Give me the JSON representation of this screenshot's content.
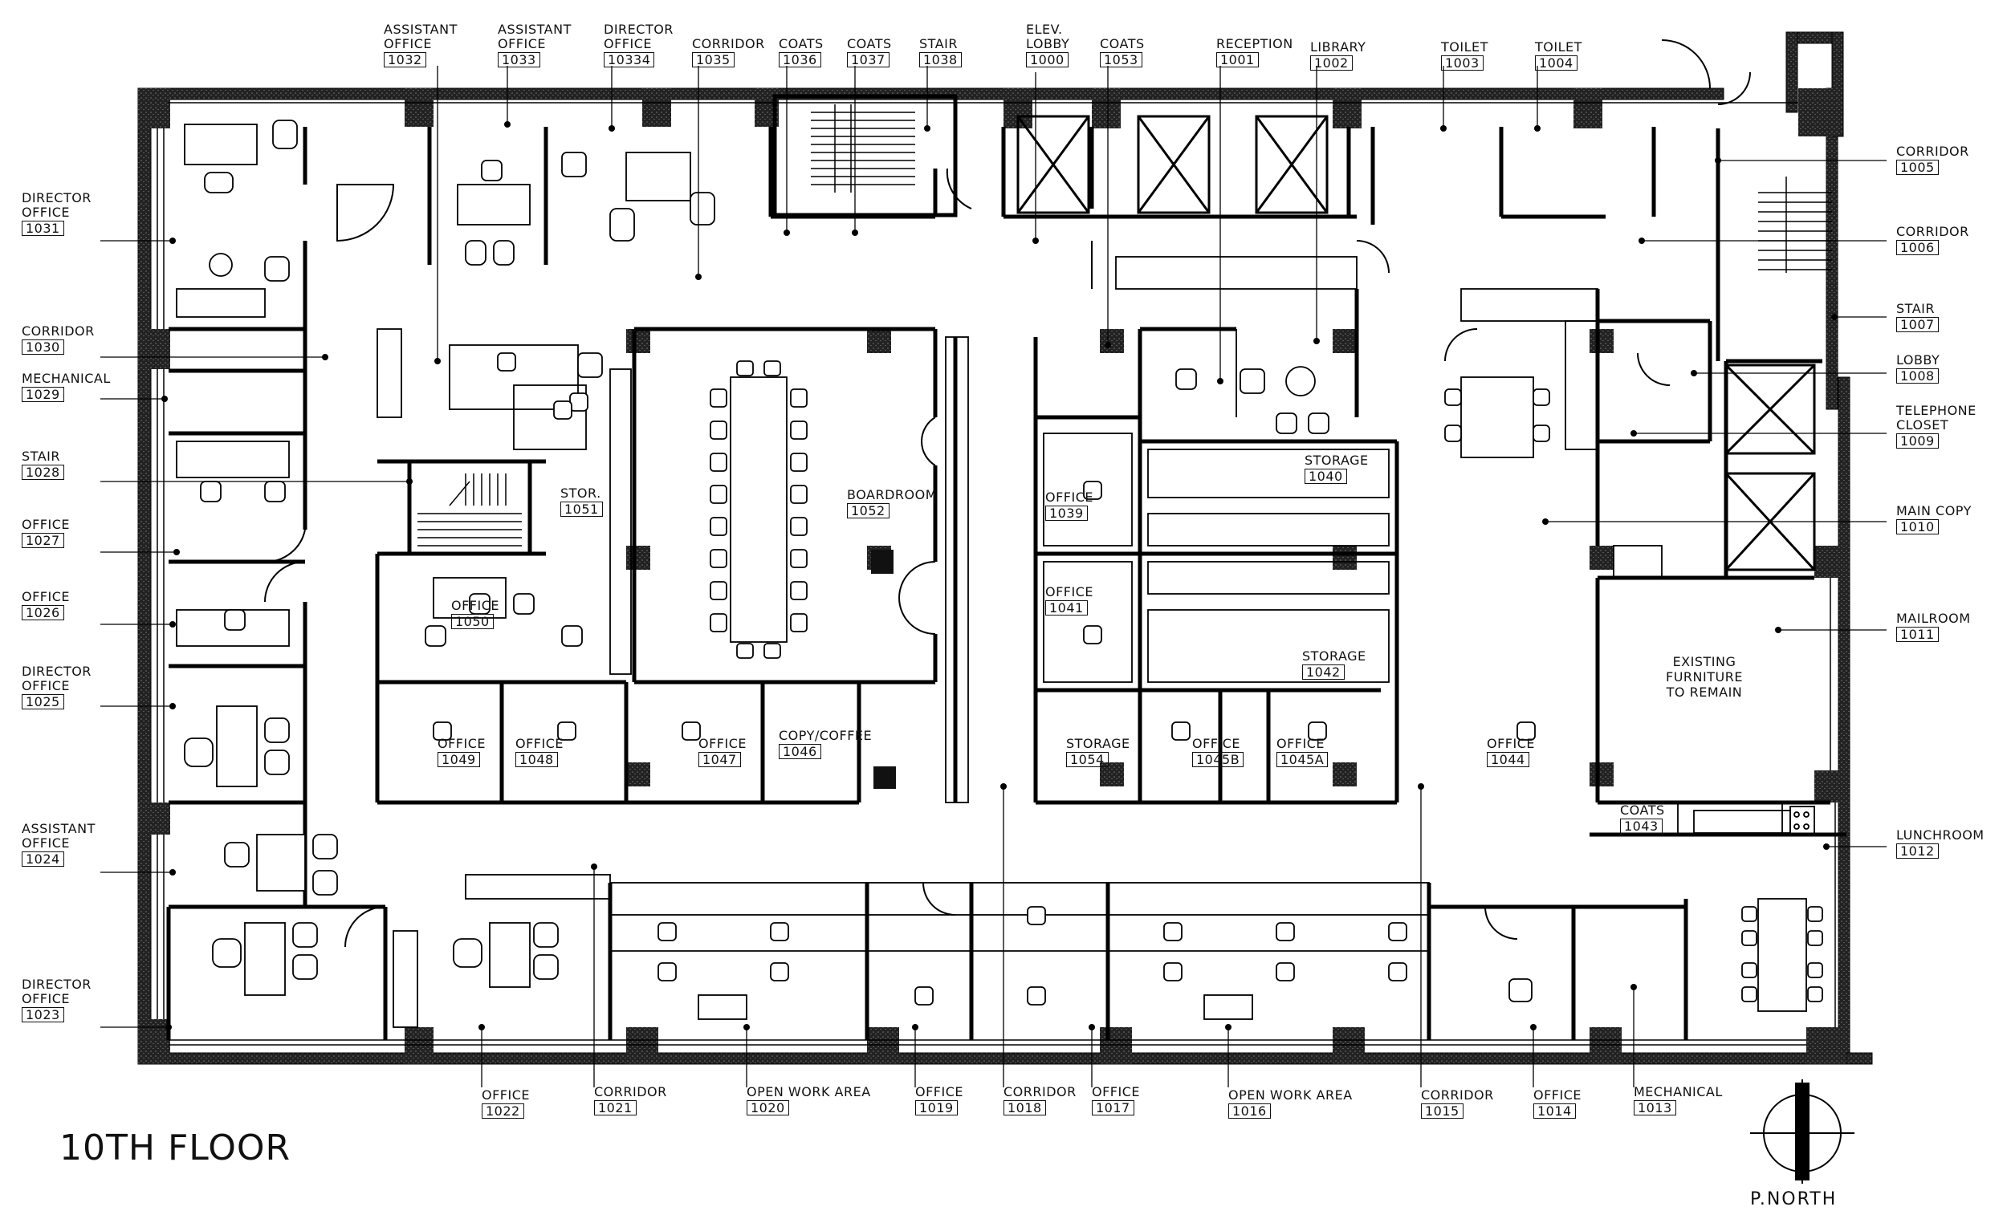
{
  "plan": {
    "title": "10TH FLOOR",
    "north_label": "P.NORTH",
    "note": "EXISTING\nFURNITURE\nTO REMAIN"
  },
  "rooms_top": [
    {
      "name": "ASSISTANT\nOFFICE",
      "number": "1032"
    },
    {
      "name": "ASSISTANT\nOFFICE",
      "number": "1033"
    },
    {
      "name": "DIRECTOR\nOFFICE",
      "number": "10334"
    },
    {
      "name": "CORRIDOR",
      "number": "1035"
    },
    {
      "name": "COATS",
      "number": "1036"
    },
    {
      "name": "COATS",
      "number": "1037"
    },
    {
      "name": "STAIR",
      "number": "1038"
    },
    {
      "name": "ELEV.\nLOBBY",
      "number": "1000"
    },
    {
      "name": "COATS",
      "number": "1053"
    },
    {
      "name": "RECEPTION",
      "number": "1001"
    },
    {
      "name": "LIBRARY",
      "number": "1002"
    },
    {
      "name": "TOILET",
      "number": "1003"
    },
    {
      "name": "TOILET",
      "number": "1004"
    }
  ],
  "rooms_left": [
    {
      "name": "DIRECTOR\nOFFICE",
      "number": "1031"
    },
    {
      "name": "CORRIDOR",
      "number": "1030"
    },
    {
      "name": "MECHANICAL",
      "number": "1029"
    },
    {
      "name": "STAIR",
      "number": "1028"
    },
    {
      "name": "OFFICE",
      "number": "1027"
    },
    {
      "name": "OFFICE",
      "number": "1026"
    },
    {
      "name": "DIRECTOR\nOFFICE",
      "number": "1025"
    },
    {
      "name": "ASSISTANT\nOFFICE",
      "number": "1024"
    },
    {
      "name": "DIRECTOR\nOFFICE",
      "number": "1023"
    }
  ],
  "rooms_right": [
    {
      "name": "CORRIDOR",
      "number": "1005"
    },
    {
      "name": "CORRIDOR",
      "number": "1006"
    },
    {
      "name": "STAIR",
      "number": "1007"
    },
    {
      "name": "LOBBY",
      "number": "1008"
    },
    {
      "name": "TELEPHONE\nCLOSET",
      "number": "1009"
    },
    {
      "name": "MAIN COPY",
      "number": "1010"
    },
    {
      "name": "MAILROOM",
      "number": "1011"
    },
    {
      "name": "LUNCHROOM",
      "number": "1012"
    }
  ],
  "rooms_bottom": [
    {
      "name": "OFFICE",
      "number": "1022"
    },
    {
      "name": "CORRIDOR",
      "number": "1021"
    },
    {
      "name": "OPEN WORK AREA",
      "number": "1020"
    },
    {
      "name": "OFFICE",
      "number": "1019"
    },
    {
      "name": "CORRIDOR",
      "number": "1018"
    },
    {
      "name": "OFFICE",
      "number": "1017"
    },
    {
      "name": "OPEN WORK AREA",
      "number": "1016"
    },
    {
      "name": "CORRIDOR",
      "number": "1015"
    },
    {
      "name": "OFFICE",
      "number": "1014"
    },
    {
      "name": "MECHANICAL",
      "number": "1013"
    }
  ],
  "rooms_interior": [
    {
      "name": "STOR.",
      "number": "1051"
    },
    {
      "name": "BOARDROOM",
      "number": "1052"
    },
    {
      "name": "OFFICE",
      "number": "1050"
    },
    {
      "name": "OFFICE",
      "number": "1049"
    },
    {
      "name": "OFFICE",
      "number": "1048"
    },
    {
      "name": "OFFICE",
      "number": "1047"
    },
    {
      "name": "COPY/COFFEE",
      "number": "1046"
    },
    {
      "name": "OFFICE",
      "number": "1039"
    },
    {
      "name": "OFFICE",
      "number": "1041"
    },
    {
      "name": "STORAGE",
      "number": "1040"
    },
    {
      "name": "STORAGE",
      "number": "1042"
    },
    {
      "name": "STORAGE",
      "number": "1054"
    },
    {
      "name": "OFFICE",
      "number": "1045B"
    },
    {
      "name": "OFFICE",
      "number": "1045A"
    },
    {
      "name": "OFFICE",
      "number": "1044"
    },
    {
      "name": "COATS",
      "number": "1043"
    }
  ]
}
